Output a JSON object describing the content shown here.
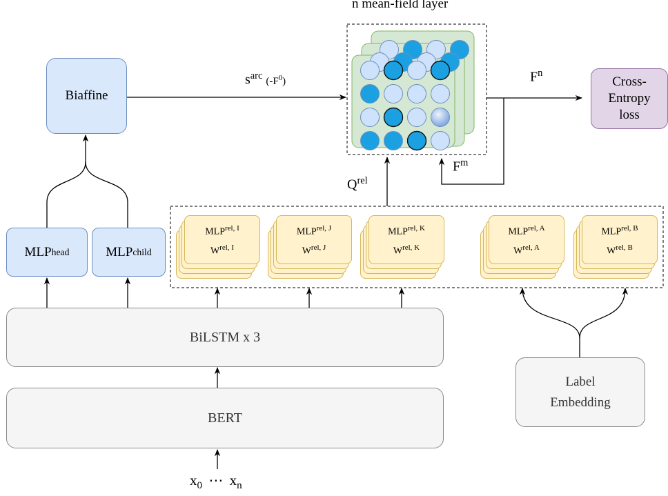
{
  "title": "n mean-field  layer",
  "nodes": {
    "biaffine": "Biaffine",
    "mlp_head": {
      "base": "MLP",
      "sup": "head"
    },
    "mlp_child": {
      "base": "MLP",
      "sup": "child"
    },
    "bilstm": "BiLSTM x 3",
    "bert": "BERT",
    "loss": [
      "Cross-",
      "Entropy",
      "loss"
    ],
    "label_embedding": [
      "Label",
      "Embedding"
    ]
  },
  "rel_modules": [
    {
      "mlp": "MLP",
      "w": "W",
      "sup": "rel, I"
    },
    {
      "mlp": "MLP",
      "w": "W",
      "sup": "rel, J"
    },
    {
      "mlp": "MLP",
      "w": "W",
      "sup": "rel, K"
    },
    {
      "mlp": "MLP",
      "w": "W",
      "sup": "rel, A"
    },
    {
      "mlp": "MLP",
      "w": "W",
      "sup": "rel, B"
    }
  ],
  "labels": {
    "s_arc": {
      "base": "s",
      "sup": "arc",
      "rest": "(-F",
      "rest_sup": "0",
      "close": ")"
    },
    "f_n": {
      "base": "F",
      "sup": "n"
    },
    "f_m": {
      "base": "F",
      "sup": "m"
    },
    "q_rel": {
      "base": "Q",
      "sup": "rel"
    },
    "input": {
      "x0": "x",
      "x0_sub": "0",
      "dots": "⋯",
      "xn": "x",
      "xn_sub": "n"
    }
  },
  "grid": [
    [
      0,
      2,
      0,
      2
    ],
    [
      1,
      0,
      0,
      0
    ],
    [
      0,
      2,
      0,
      3
    ],
    [
      1,
      1,
      2,
      0
    ]
  ],
  "colors": {
    "light_circle": "#cfe2fb",
    "dark_circle": "#1ba1e2",
    "grid_bg": "#d5e8d4",
    "grid_border": "#82b366"
  }
}
